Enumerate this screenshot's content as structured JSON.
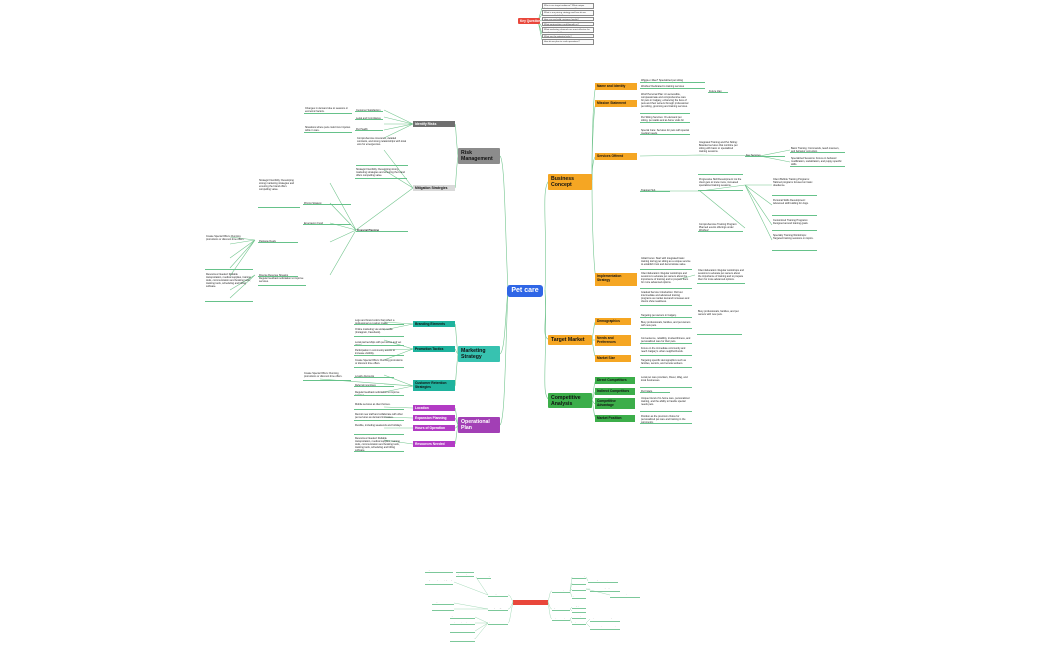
{
  "root": "Pet care",
  "key_questions": {
    "title": "Key Questions",
    "items": [
      "Who is our target audience? What unique features or services set us apart?",
      "What is our pricing strategy and how do we ensure profitability?",
      "How can we build customer loyalty?",
      "What partnerships could benefit us?",
      "What marketing channels are most effective for our demographic?",
      "What are the potential risks?",
      "How do we plan to scale operations?"
    ]
  },
  "branches": {
    "business_concept": {
      "label": "Business Concept",
      "name_identity": {
        "label": "Name and Identity",
        "items": [
          "Wiggle-n-Wee? Specialized pet sitting",
          "Woofies! Dedicated to training services"
        ]
      },
      "mission": {
        "label": "Mission Statement",
        "items": [
          "Woof Personal Plan: An accessible, compassionate and comprehensive care for pets in Calgary, enhancing the lives of pets and their owners through professional pet sitting, grooming and training services.",
          "Pet Sitting Services: On-demand pet sitting, pet walks and at-home visits for owners.",
          "Special Care: Services for pets with special medical needs."
        ]
      },
      "services": {
        "label": "Services Offered",
        "note": "Future plan",
        "integrated": "Integrated Training and Pet Sitting: Boarded services that combine pet sitting with basic or specialized training sessions.",
        "progressive": "Progressive Skill Development: As the client gets to know more, increased specialized training sessions.",
        "training_hub": "Training Hub",
        "key_services": "Key Services",
        "key_items": [
          "Basic Training: Commands, leash manners, and behavior correction.",
          "Specialized Sessions: Focus on behavior modification, socialization, and puppy-specific skills."
        ],
        "programs": [
          "Client Bubble Training Programs: Tailored programs focused on basic obedience.",
          "Personal Skills Development: Advanced skill building for dogs.",
          "Customized Training Programs: Designed around training goals.",
          "Specialty Training Workshops: Targeted training sessions on topics."
        ],
        "comprehensive": "Comprehensive Training Program: Planned events offerings under Woofies!"
      },
      "implementation": {
        "label": "Implementation Strategy",
        "items": [
          "Initial Focus: Start with integrated basic training during pet sitting as a unique service to establish trust and demonstrate value.",
          "Client Education: Regular workshops and sessions to educate pet owners about the importance of training and to prepare them for more advanced options.",
          "Gradual Service Introduction: Roll out intermediate and advanced training programs as market demand increases and clients show readiness."
        ]
      }
    },
    "target_market": {
      "label": "Target Market",
      "demographics": {
        "label": "Demographics",
        "items": [
          "Targeting pet owners in Calgary.",
          "Busy professionals, families, and pet owners with new pets."
        ]
      },
      "needs": {
        "label": "Needs and Preferences",
        "items": [
          "Convenience, reliability, trustworthiness, and personalized care for their pets."
        ]
      },
      "size": {
        "label": "Market Size",
        "items": [
          "Focus on the immediate community and reach Calgary's urban neighborhoods.",
          "Targeting specific demographics such as families, seniors, and remote workers."
        ]
      }
    },
    "competitive": {
      "label": "Competitive Analysis",
      "direct": {
        "label": "Direct Competitors",
        "items": [
          "Local pet care providers, Rover, Wag, and local businesses."
        ]
      },
      "indirect": {
        "label": "Indirect Competitors",
        "items": [
          "Pet hotels."
        ]
      },
      "advantage": {
        "label": "Competitive Advantage",
        "items": [
          "Unique blend of in-home care, personalized training, and the ability to handle special needs pets."
        ]
      },
      "position": {
        "label": "Market Position",
        "items": [
          "Position as the premium choice for personalized pet care and training in the community."
        ]
      }
    },
    "risk": {
      "label": "Risk Management",
      "identify": {
        "label": "Identify Risks",
        "items": [
          "Changes in demand due to seasons or economic factors.",
          "Customer Satisfaction",
          "Legal and Compliance Issues",
          "Pet Health Emergencies",
          "Situations where pets could incur injuries while in care."
        ]
      },
      "mitigation": {
        "label": "Mitigation Strategies",
        "items": [
          "Strategic Flexibility: Developing strong marketing strategies and ensuring the brand offers compelling value.",
          "Comprehensive insurance, detailed contracts, and strong relationships with local vets for emergencies.",
          "Financial Planning",
          "Pricing Strategy",
          "Emergency Fund",
          "Package Deals",
          "Diverse Revenue Streams"
        ]
      }
    },
    "marketing": {
      "label": "Marketing Strategy",
      "branding": {
        "label": "Branding Elements",
        "items": [
          "Logo and brand colors that reflect a professional yet caring image.",
          "Online marketing via social media (Instagram, Facebook)."
        ]
      },
      "promotion": {
        "label": "Promotion Tactics",
        "items": [
          "Local partnerships with pet stores and vet clinics.",
          "Participation in community events to increase visibility.",
          "Create Special Offers: Running promotions or discount time offers."
        ]
      },
      "retention": {
        "label": "Customer Retention Strategies",
        "items": [
          "Loyalty discounts",
          "Referral incentives",
          "Regular feedback solicitation to improve services."
        ]
      }
    },
    "operational": {
      "label": "Operational Plan",
      "location": {
        "label": "Location",
        "items": [
          "Mobile services at client homes."
        ]
      },
      "expansion": {
        "label": "Expansion Planning",
        "items": [
          "Recruit new staff and collaborate with other pet services as demand increases."
        ]
      },
      "hours": {
        "label": "Hours of Operation",
        "items": [
          "Flexible, including weekends and holidays."
        ]
      },
      "resources": {
        "label": "Resources Needed",
        "items": [
          "Resources Needed: Reliable transportation, medical supplies, training tools, communication and booking tools, tracking tools, scheduling and billing software."
        ]
      }
    }
  },
  "colors": {
    "root": "#2f66e6",
    "business": "#f5a623",
    "target": "#f5a623",
    "competitive": "#3cae4a",
    "risk": "#8c8c8c",
    "marketing": "#37c2b0",
    "operational": "#a23fb5",
    "link": "#73c58e",
    "questions": "#e9473b"
  }
}
